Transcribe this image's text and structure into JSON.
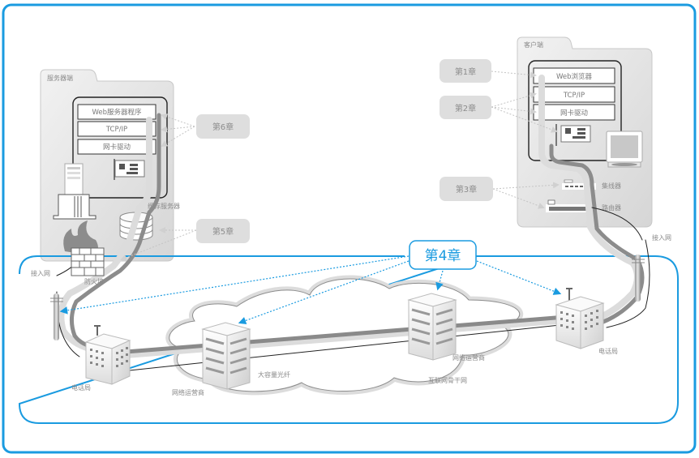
{
  "colors": {
    "accent": "#1a9be0",
    "panel": "#e4e4e4",
    "cable_dark": "#8a8a8a",
    "cable_light": "#d9d9d9",
    "chapter_box": "#dedede",
    "label": "#8a8a8a"
  },
  "server": {
    "title": "服务器端",
    "layers": [
      "Web服务器程序",
      "TCP/IP",
      "网卡驱动"
    ],
    "cache_server": "缓存服务器",
    "firewall": "防火墙",
    "access_net": "接入网"
  },
  "client": {
    "title": "客户端",
    "layers": [
      "Web浏览器",
      "TCP/IP",
      "网卡驱动"
    ],
    "hub": "集线器",
    "router": "路由器",
    "access_net": "接入网"
  },
  "chapters": {
    "ch1": "第1章",
    "ch2": "第2章",
    "ch3": "第3章",
    "ch4": "第4章",
    "ch5": "第5章",
    "ch6": "第6章"
  },
  "network": {
    "phone_office_left": "电话局",
    "phone_office_right": "电话局",
    "isp_left": "网络运营商",
    "isp_right": "网络运营商",
    "fiber": "大容量光纤",
    "backbone": "互联网骨干网"
  }
}
